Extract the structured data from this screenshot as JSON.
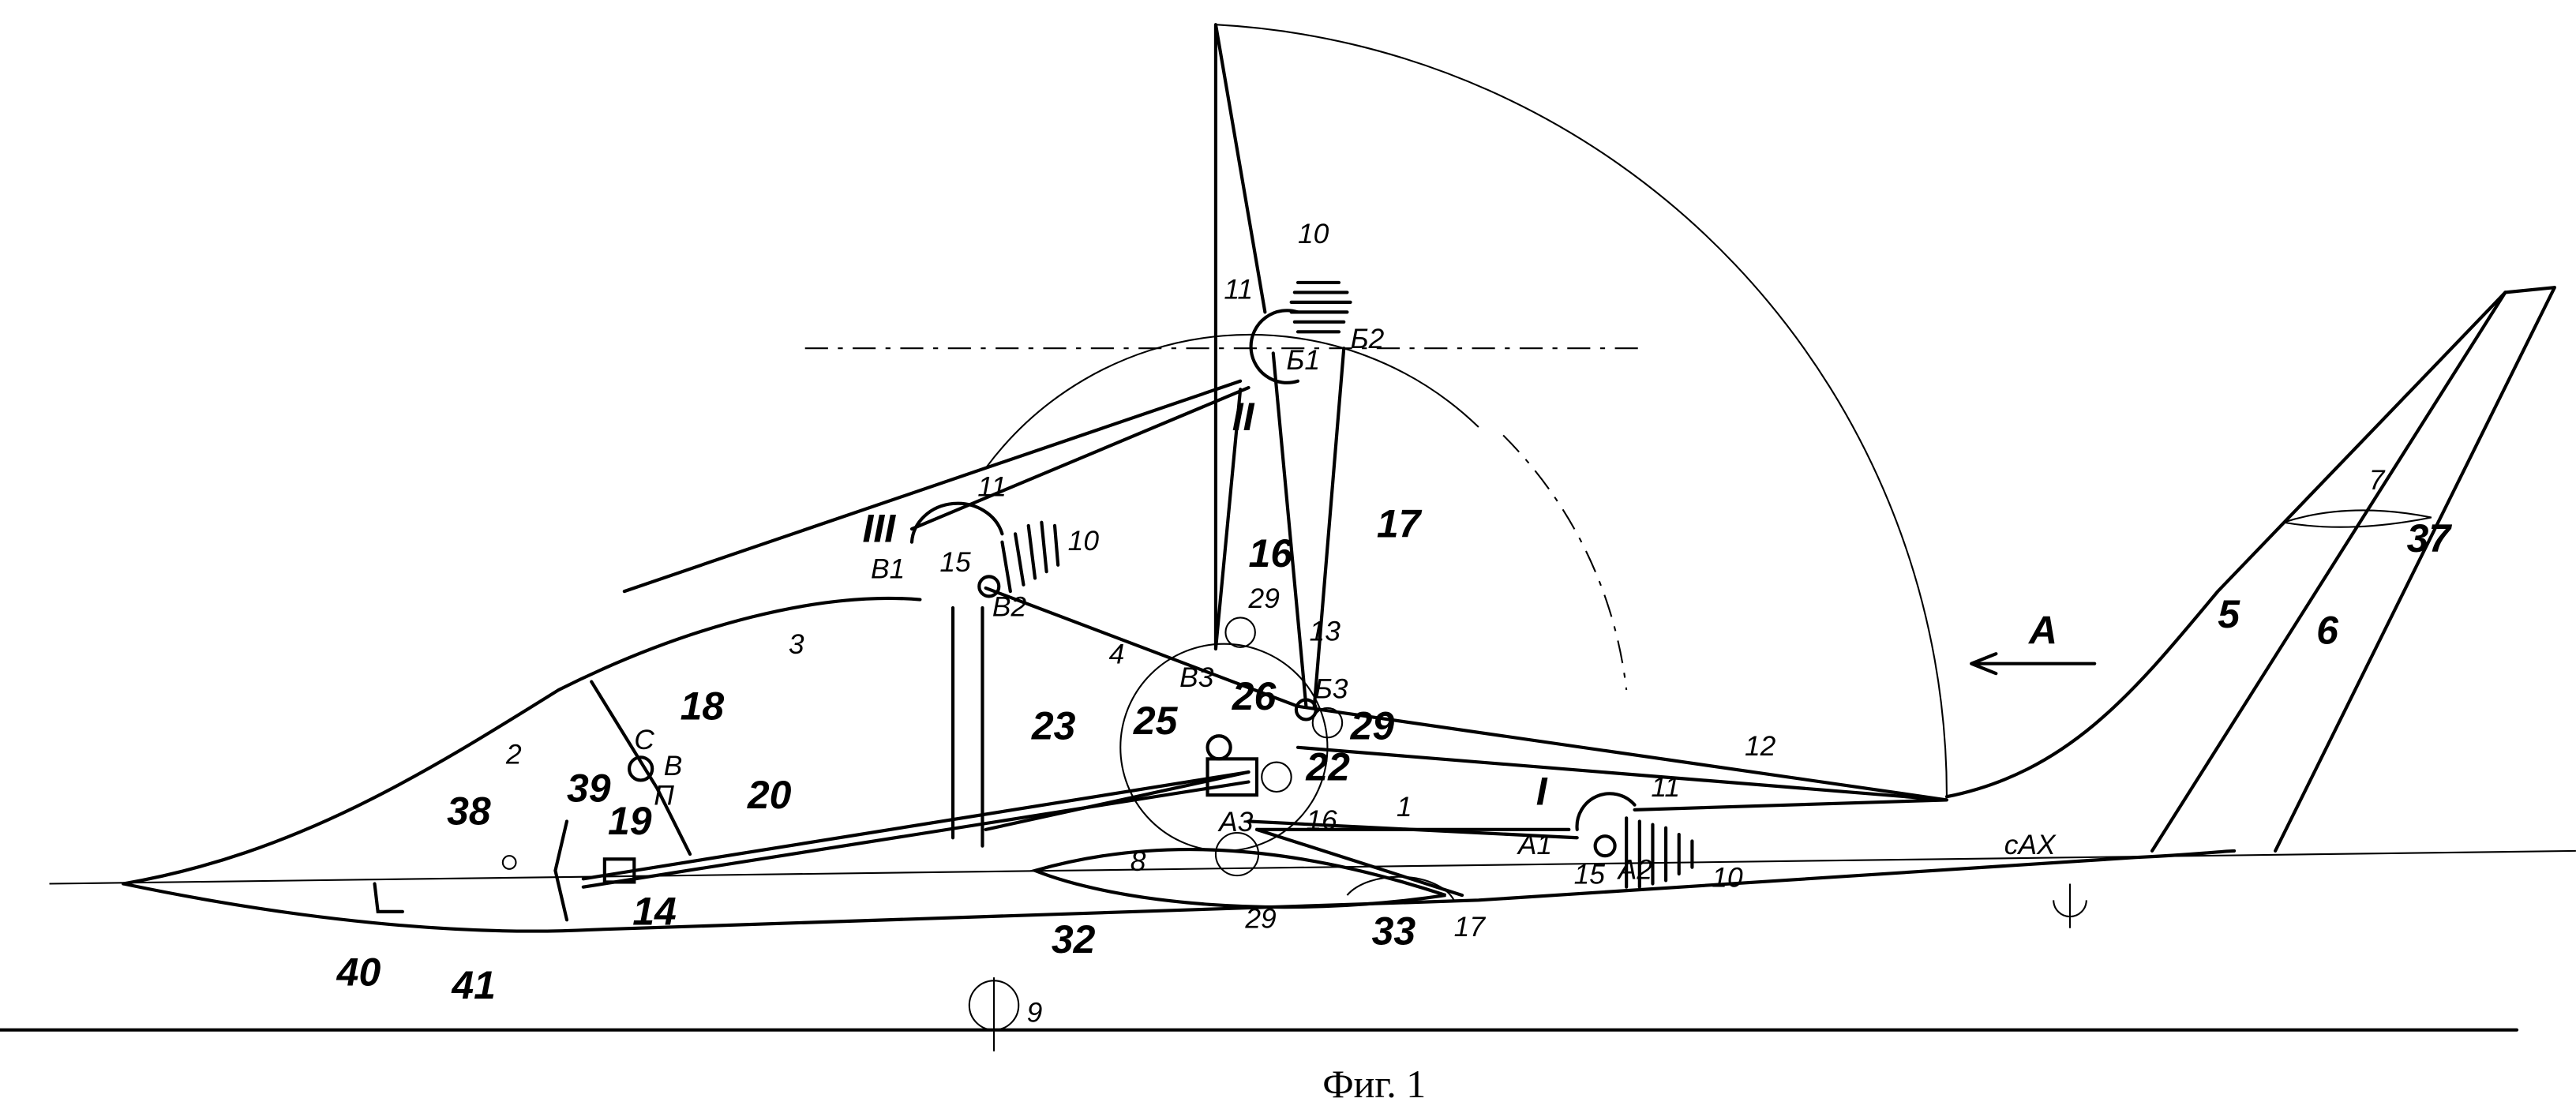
{
  "caption": "Фиг. 1",
  "labels": {
    "l1": "1",
    "l2": "2",
    "l3": "3",
    "l4": "4",
    "l5": "5",
    "l6": "6",
    "l7": "7",
    "l8": "8",
    "l9": "9",
    "l10a": "10",
    "l10b": "10",
    "l10c": "10",
    "l11a": "11",
    "l11b": "11",
    "l11c": "11",
    "l12": "12",
    "l13": "13",
    "l14": "14",
    "l15a": "15",
    "l15b": "15",
    "l16a": "16",
    "l16b": "16",
    "l17a": "17",
    "l17b": "17",
    "l18": "18",
    "l19": "19",
    "l20": "20",
    "l22": "22",
    "l23": "23",
    "l25": "25",
    "l26": "26",
    "l29a": "29",
    "l29b": "29",
    "l29c": "29",
    "l32": "32",
    "l33": "33",
    "l37": "37",
    "l38": "38",
    "l39": "39",
    "l40": "40",
    "l41": "41",
    "arrowA": "A",
    "posI": "I",
    "posII": "II",
    "posIII": "III",
    "A1": "A1",
    "A2": "A2",
    "A3": "A3",
    "B1": "Б1",
    "B2": "Б2",
    "B3": "Б3",
    "V1": "В1",
    "V2": "В2",
    "V3": "В3",
    "C": "С",
    "Vsmall": "В",
    "P": "П",
    "sax": "сАХ"
  }
}
